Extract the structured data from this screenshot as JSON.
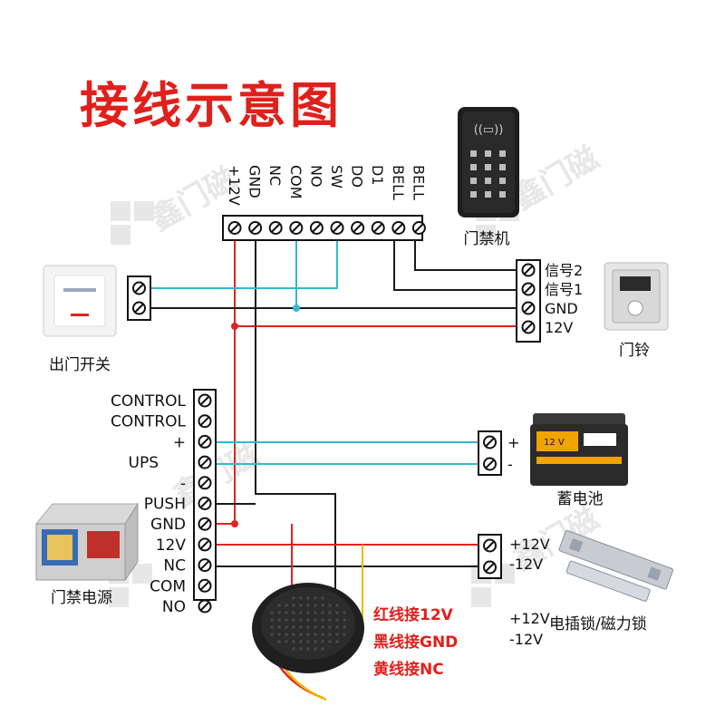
{
  "title": "接线示意图",
  "watermark": "鑫门磁",
  "colors": {
    "red": "#e0241f",
    "black": "#1a1a1a",
    "cyan": "#35b6d6",
    "yellow": "#f0b400",
    "terminal_border": "#111111",
    "title_red": "#e0201c"
  },
  "top_terminals": [
    "+12V",
    "GND",
    "NC",
    "COM",
    "NO",
    "SW",
    "DO",
    "D1",
    "BELL",
    "BELL"
  ],
  "left_terminals": [
    "CONTROL",
    "CONTROL",
    "+",
    "UPS",
    "-",
    "PUSH",
    "GND",
    "12V",
    "NC",
    "COM",
    "NO"
  ],
  "devices": {
    "access_reader": "门禁机",
    "exit_switch": "出门开关",
    "doorbell": "门铃",
    "battery": "蓄电池",
    "power_supply": "门禁电源",
    "lock": "电插锁/磁力锁"
  },
  "doorbell_terminals": [
    "信号2",
    "信号1",
    "GND",
    "12V"
  ],
  "battery_terminals": [
    "+",
    "-"
  ],
  "battery_label": "12 V",
  "lock_terminals": [
    "+12V",
    "-12V"
  ],
  "lock_label_lines": [
    "+12V",
    "-12V"
  ],
  "buzzer_legend": [
    "红线接12V",
    "黑线接GND",
    "黄线接NC"
  ]
}
